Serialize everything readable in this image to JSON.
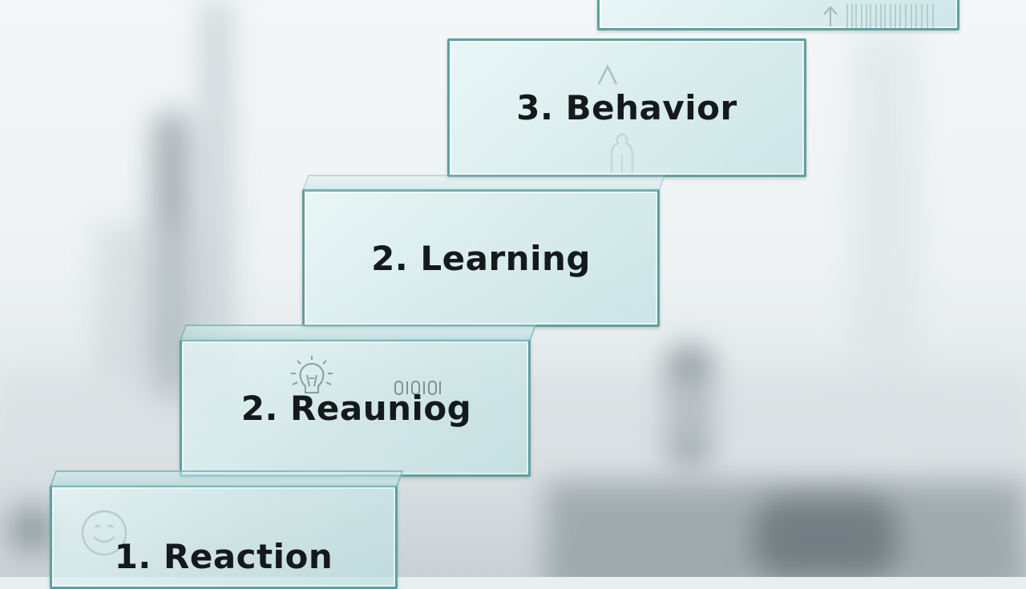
{
  "steps": [
    {
      "label": "1. Reaction"
    },
    {
      "label": "2. Reaunioց"
    },
    {
      "label": "2. Learning"
    },
    {
      "label": "3. Behavior"
    }
  ],
  "icons": [
    "smiley-face-icon",
    "lightbulb-icon",
    "binary-code-icon",
    "arrow-up-icon",
    "person-icon",
    "barcode-icon"
  ],
  "colors": {
    "glass_border": "#5fa0a0",
    "text": "#141a1c"
  }
}
